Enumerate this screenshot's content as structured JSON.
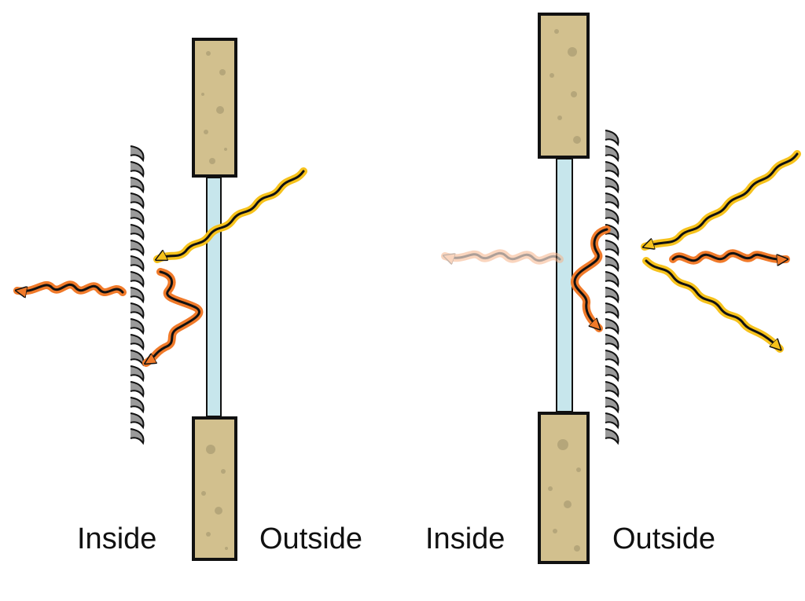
{
  "labels": {
    "left_inside": "Inside",
    "left_outside": "Outside",
    "right_inside": "Inside",
    "right_outside": "Outside"
  },
  "colors": {
    "wall_fill": "#d2c08e",
    "wall_speckle": "#b5a67a",
    "glass": "#c7e6ec",
    "shade": "#9a9a9a",
    "incoming_glow": "#f6c21c",
    "emitted_glow": "#f07a2a",
    "stroke": "#111111"
  }
}
